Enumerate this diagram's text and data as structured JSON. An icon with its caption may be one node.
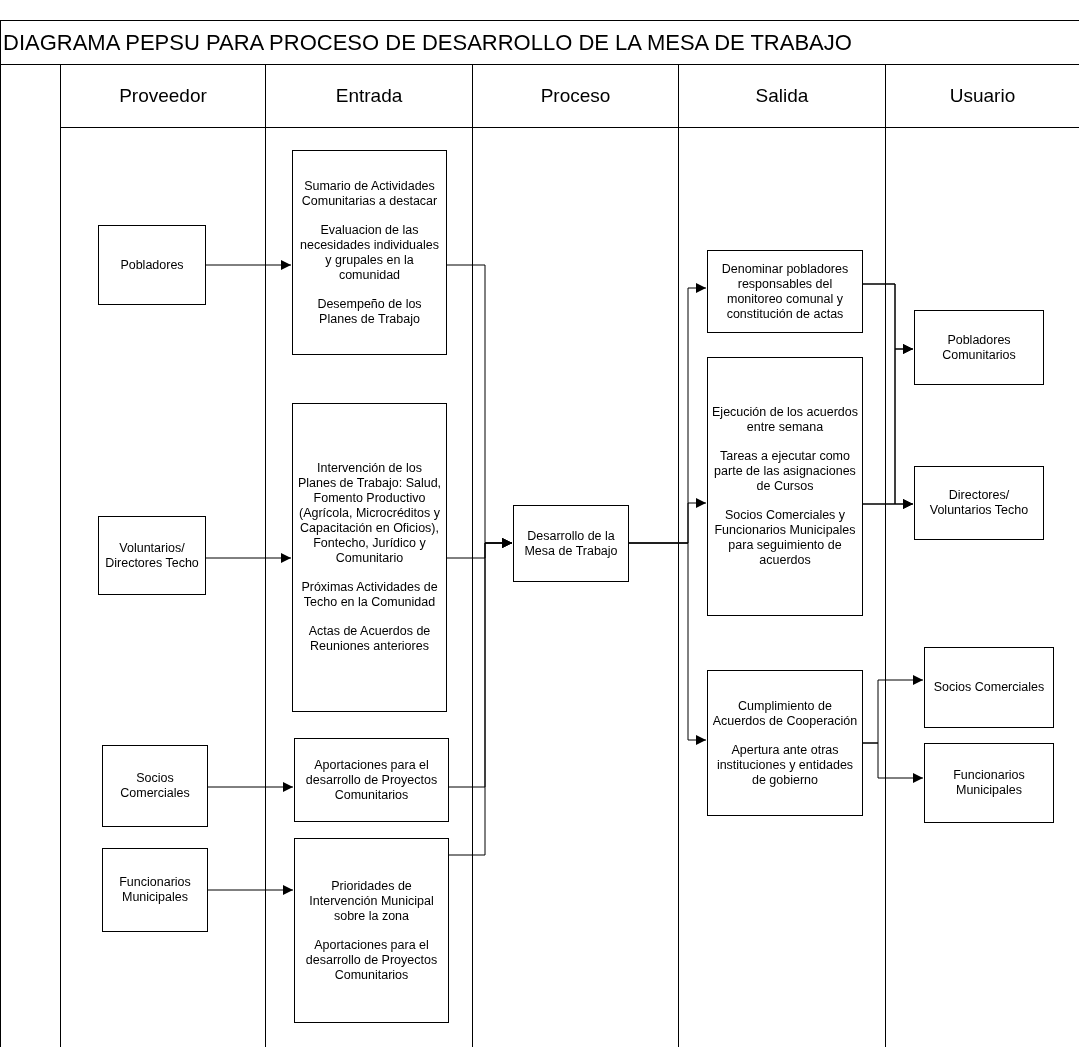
{
  "diagram": {
    "title": "DIAGRAMA PEPSU PARA PROCESO DE DESARROLLO DE LA MESA DE TRABAJO",
    "nodes": [
      {
        "text": [
          "Proveedor"
        ]
      },
      {
        "text": [
          "Entrada"
        ]
      },
      {
        "text": [
          "Proceso"
        ]
      },
      {
        "text": [
          "Salida"
        ]
      },
      {
        "text": [
          "Usuario"
        ]
      },
      {
        "text": [
          "Pobladores"
        ],
        "in": 0
      },
      {
        "text": [
          "Voluntarios/ Directores Techo"
        ],
        "in": 0
      },
      {
        "text": [
          "Socios Comerciales"
        ],
        "in": 0
      },
      {
        "text": [
          "Funcionarios Municipales"
        ],
        "in": 0
      },
      {
        "text": [
          "Sumario de Actividades Comunitarias a destacar",
          "Evaluacion de las necesidades individuales y grupales en la comunidad",
          "Desempeño de los Planes de Trabajo"
        ],
        "in": 1
      },
      {
        "text": [
          "Intervención de los Planes de Trabajo: Salud, Fomento Productivo (Agrícola, Microcréditos y Capacitación en Oficios), Fontecho, Jurídico y Comunitario",
          "Próximas Actividades de Techo en la Comunidad",
          "Actas de Acuerdos de Reuniones anteriores"
        ],
        "in": 1
      },
      {
        "text": [
          "Aportaciones para el desarrollo de Proyectos Comunitarios"
        ],
        "in": 1
      },
      {
        "text": [
          "Prioridades de Intervención Municipal sobre la zona",
          "Aportaciones para el desarrollo de Proyectos Comunitarios"
        ],
        "in": 1
      },
      {
        "text": [
          "Desarrollo de la Mesa de Trabajo"
        ],
        "in": 2
      },
      {
        "text": [
          "Denominar pobladores responsables del monitoreo comunal y constitución de actas"
        ],
        "in": 3
      },
      {
        "text": [
          "Ejecución de los acuerdos entre semana",
          "Tareas a ejecutar como parte de las asignaciones de Cursos",
          "Socios Comerciales y Funcionarios Municipales para seguimiento de acuerdos"
        ],
        "in": 3
      },
      {
        "text": [
          "Cumplimiento de Acuerdos de Cooperación",
          "Apertura ante otras instituciones y entidades de gobierno"
        ],
        "in": 3
      },
      {
        "text": [
          "Pobladores Comunitarios"
        ],
        "in": 4
      },
      {
        "text": [
          "Directores/ Voluntarios Techo"
        ],
        "in": 4
      },
      {
        "text": [
          "Socios Comerciales"
        ],
        "in": 4
      },
      {
        "text": [
          "Funcionarios Municipales"
        ],
        "in": 4
      }
    ],
    "edges": [
      {
        "from": 5,
        "to": 9,
        "arrow": "to"
      },
      {
        "from": 6,
        "to": 10,
        "arrow": "to"
      },
      {
        "from": 7,
        "to": 11,
        "arrow": "to"
      },
      {
        "from": 8,
        "to": 12,
        "arrow": "to"
      },
      {
        "from": 9,
        "to": 13,
        "arrow": "to"
      },
      {
        "from": 10,
        "to": 13,
        "arrow": "to"
      },
      {
        "from": 11,
        "to": 13,
        "arrow": "to"
      },
      {
        "from": 12,
        "to": 13,
        "arrow": "to"
      },
      {
        "from": 13,
        "to": 14,
        "arrow": "to"
      },
      {
        "from": 13,
        "to": 15,
        "arrow": "to"
      },
      {
        "from": 13,
        "to": 16,
        "arrow": "to"
      },
      {
        "from": 14,
        "to": 17,
        "arrow": "to"
      },
      {
        "from": 14,
        "to": 18,
        "arrow": "to"
      },
      {
        "from": 15,
        "to": 17,
        "arrow": "to"
      },
      {
        "from": 15,
        "to": 18,
        "arrow": "to"
      },
      {
        "from": 16,
        "to": 19,
        "arrow": "to"
      },
      {
        "from": 16,
        "to": 20,
        "arrow": "to"
      }
    ]
  }
}
